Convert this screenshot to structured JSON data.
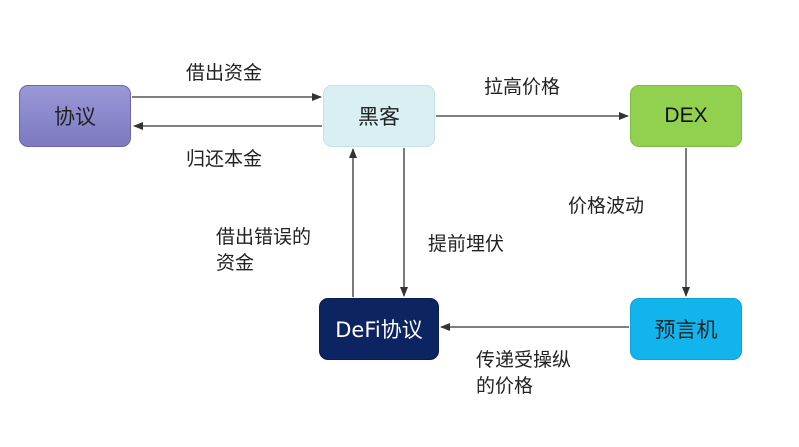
{
  "nodes": {
    "protocol": "协议",
    "hacker": "黑客",
    "dex": "DEX",
    "defi": "DeFi协议",
    "oracle": "预言机"
  },
  "edges": {
    "borrow_funds": "借出资金",
    "return_principal": "归还本金",
    "raise_price": "拉高价格",
    "price_fluctuation": "价格波动",
    "borrow_wrong_funds_line1": "借出错误的",
    "borrow_wrong_funds_line2": "资金",
    "front_run": "提前埋伏",
    "pass_price_line1": "传递受操纵",
    "pass_price_line2": "的价格"
  },
  "colors": {
    "protocol": "#8886cc",
    "hacker": "#d9eff1",
    "dex": "#92d050",
    "defi": "#0d2463",
    "oracle": "#12b4ee",
    "arrow": "#333333"
  }
}
